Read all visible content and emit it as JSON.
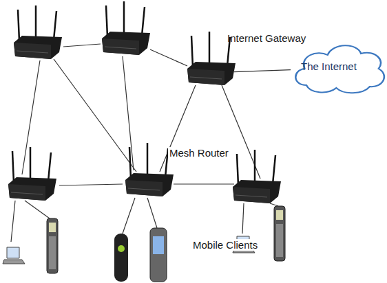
{
  "diagram": {
    "nodes": [
      {
        "text": [
          "Internet Gateway"
        ]
      },
      {
        "text": [
          "The Internet"
        ]
      }
    ],
    "edges": [
      {
        "from": 0,
        "to": 1,
        "arrow": "none"
      }
    ],
    "labels": [
      "Mesh Router",
      "Mobile Clients"
    ]
  }
}
